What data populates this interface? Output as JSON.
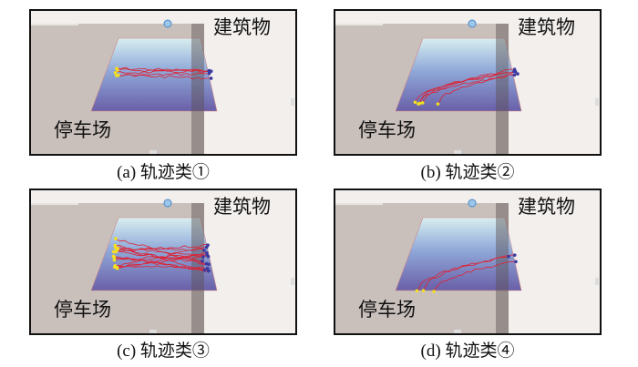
{
  "labels": {
    "building": "建筑物",
    "parking": "停车场"
  },
  "panels": [
    {
      "id": "a",
      "caption": "(a) 轨迹类①"
    },
    {
      "id": "b",
      "caption": "(b) 轨迹类②"
    },
    {
      "id": "c",
      "caption": "(c) 轨迹类③"
    },
    {
      "id": "d",
      "caption": "(d) 轨迹类④"
    }
  ],
  "colors": {
    "trajectory": "#e02030",
    "start": "#f4e020",
    "end": "#3a3aa0",
    "parking": "#c9c0bc",
    "building": "#f2efed"
  }
}
